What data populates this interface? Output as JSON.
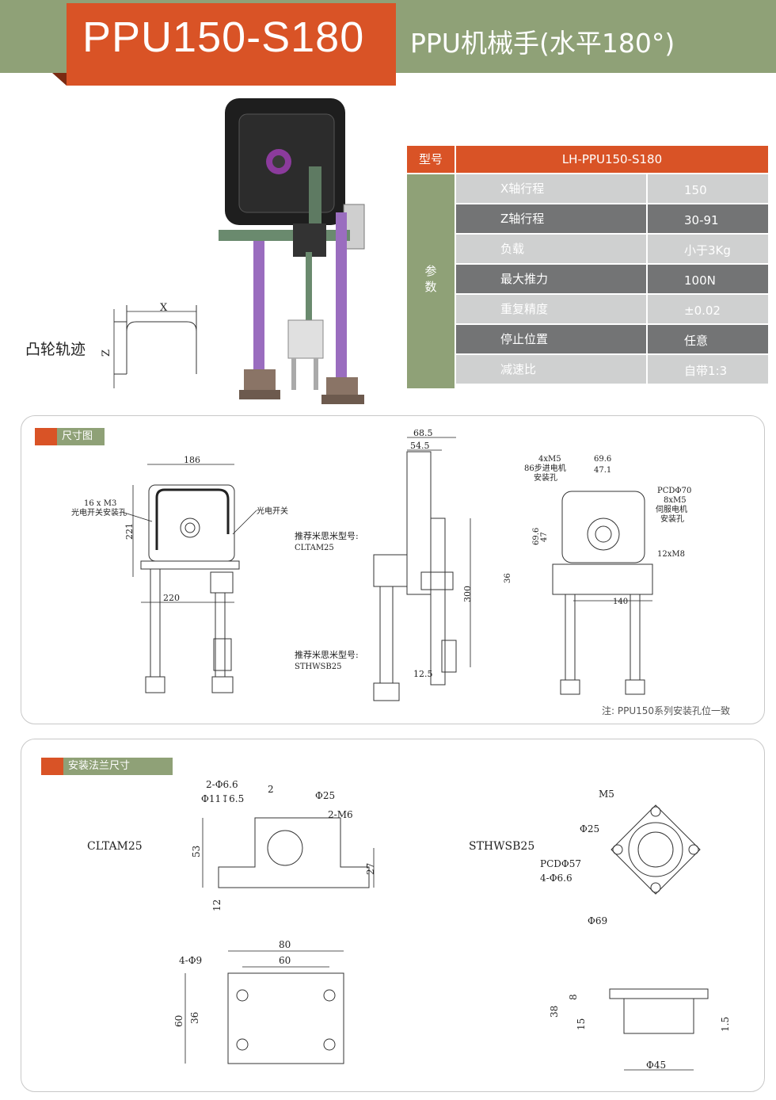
{
  "header": {
    "model": "PPU150-S180",
    "subtitle": "PPU机械手(水平180°)"
  },
  "cam": {
    "label": "凸轮轨迹",
    "x_label": "X",
    "z_label": "Z"
  },
  "spec_table": {
    "head_label": "型号",
    "head_value": "LH-PPU150-S180",
    "group_label": [
      "参",
      "数"
    ],
    "rows": [
      {
        "key": "X轴行程",
        "value": "150"
      },
      {
        "key": "Z轴行程",
        "value": "30-91"
      },
      {
        "key": "负载",
        "value": "小于3Kg"
      },
      {
        "key": "最大推力",
        "value": "100N"
      },
      {
        "key": "重复精度",
        "value": "±0.02"
      },
      {
        "key": "停止位置",
        "value": "任意"
      },
      {
        "key": "减速比",
        "value": "自带1:3"
      }
    ]
  },
  "dimension_panel": {
    "tag": "尺寸图",
    "note": "注: PPU150系列安装孔位一致",
    "labels": {
      "d186": "186",
      "d221": "221",
      "d220": "220",
      "m3": "16 x M3",
      "m3_desc": "光电开关安装孔",
      "sensor": "光电开关",
      "rec1": "推荐米思米型号:",
      "rec1_model": "CLTAM25",
      "rec2": "推荐米思米型号:",
      "rec2_model": "STHWSB25",
      "d68": "68.5",
      "d54": "54.5",
      "d300": "300",
      "d12": "12.5",
      "m5": "4xM5",
      "motor": "86步进电机",
      "motor_hole": "安装孔",
      "d69": "69.6",
      "d47": "47.1",
      "pcd": "PCDΦ70",
      "m5b": "8xM5",
      "servo": "伺服电机",
      "servo_hole": "安装孔",
      "m8": "12xM8",
      "d69v": "69.6",
      "d47v": "47",
      "d36": "36",
      "d140": "140"
    }
  },
  "flange_panel": {
    "tag": "安装法兰尺寸",
    "labels": {
      "cltam": "CLTAM25",
      "sthwsb": "STHWSB25",
      "h1": "2-Φ6.6",
      "h2": "Φ11↧6.5",
      "d2": "2",
      "d25": "Φ25",
      "m6": "2-M6",
      "d53": "53",
      "d27": "27",
      "d12": "12",
      "d80": "80",
      "d60": "60",
      "h9": "4-Φ9",
      "d60v": "60",
      "d36": "36",
      "m5": "M5",
      "p25": "Φ25",
      "pcd": "PCDΦ57",
      "h66": "4-Φ6.6",
      "d69": "Φ69",
      "d8": "8",
      "d38": "38",
      "d15": "15",
      "d1_5": "1.5",
      "d45": "Φ45"
    }
  }
}
